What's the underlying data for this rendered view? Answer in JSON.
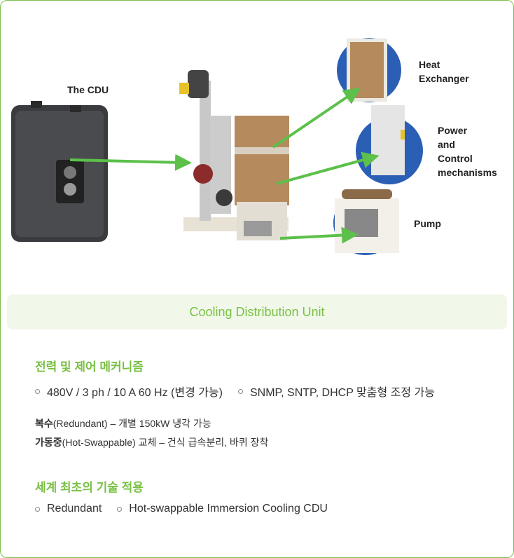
{
  "diagram": {
    "labels": {
      "cdu": "The CDU",
      "heat_exchanger": "Heat\nExchanger",
      "power": "Power\nand\nControl\nmechanisms",
      "pump": "Pump"
    },
    "arrow_color": "#5cc04a"
  },
  "banner": {
    "title": "Cooling Distribution Unit"
  },
  "section1": {
    "title": "전력 및 제어 메커니즘",
    "bullets": [
      "480V / 3 ph / 10 A 60 Hz (변경 가능)",
      "SNMP, SNTP, DHCP 맞춤형 조정 가능"
    ],
    "lines": [
      {
        "bold": "복수",
        "text": "(Redundant) – 개별 150kW 냉각 가능"
      },
      {
        "bold": "가동중",
        "text": "(Hot-Swappable) 교체 – 건식 급속분리, 바퀴 장착",
        "bold2": "교체"
      }
    ]
  },
  "section2": {
    "title": "세계 최초의 기술 적용",
    "bullets": [
      "Redundant",
      "Hot-swappable Immersion Cooling CDU"
    ]
  },
  "colors": {
    "accent": "#79c043",
    "banner_bg": "#f1f8ea"
  }
}
